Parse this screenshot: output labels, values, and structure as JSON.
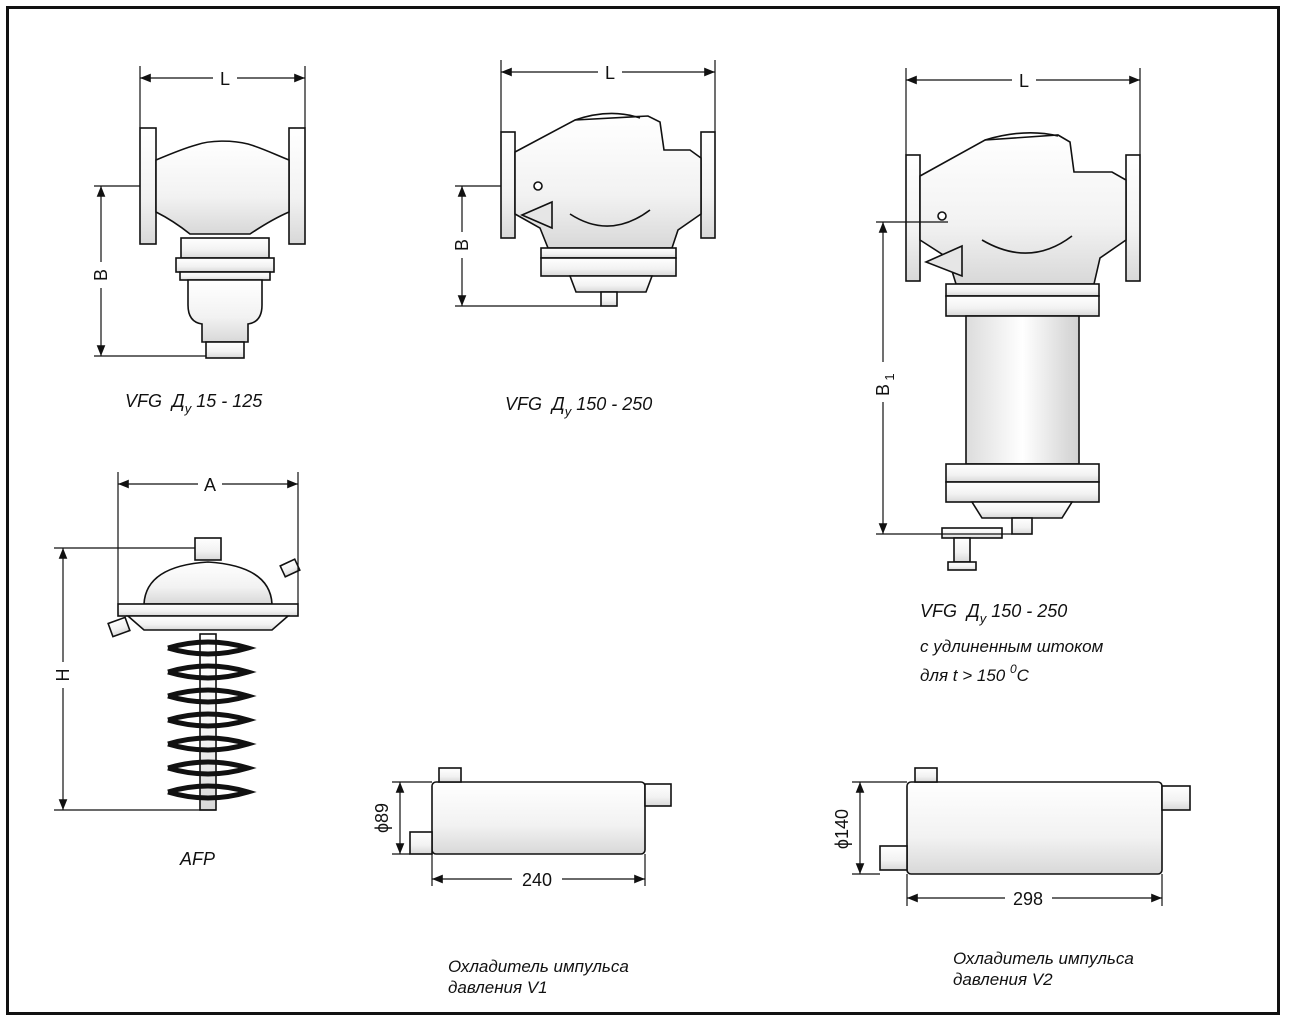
{
  "drawing": {
    "dimension_labels": {
      "L": "L",
      "B": "B",
      "B1": "B",
      "B1_sub": "1",
      "A": "A",
      "H": "H",
      "d89": "ϕ89",
      "d140": "ϕ140",
      "len240": "240",
      "len298": "298"
    },
    "captions": {
      "vfg_small": {
        "model": "VFG",
        "dn": "Д",
        "dn_sub": "у",
        "range": "15 - 125"
      },
      "vfg_large": {
        "model": "VFG",
        "dn": "Д",
        "dn_sub": "у",
        "range": "150 - 250"
      },
      "vfg_extended": {
        "model": "VFG",
        "dn": "Д",
        "dn_sub": "у",
        "range": "150 - 250",
        "line2": "с удлиненным штоком",
        "line3_pre": "для t > 150",
        "line3_sup": "0",
        "line3_post": "C"
      },
      "afp": "AFP",
      "cooler_v1": {
        "line1": "Охладитель импульса",
        "line2": "давления V1"
      },
      "cooler_v2": {
        "line1": "Охладитель импульса",
        "line2": "давления V2"
      }
    }
  }
}
